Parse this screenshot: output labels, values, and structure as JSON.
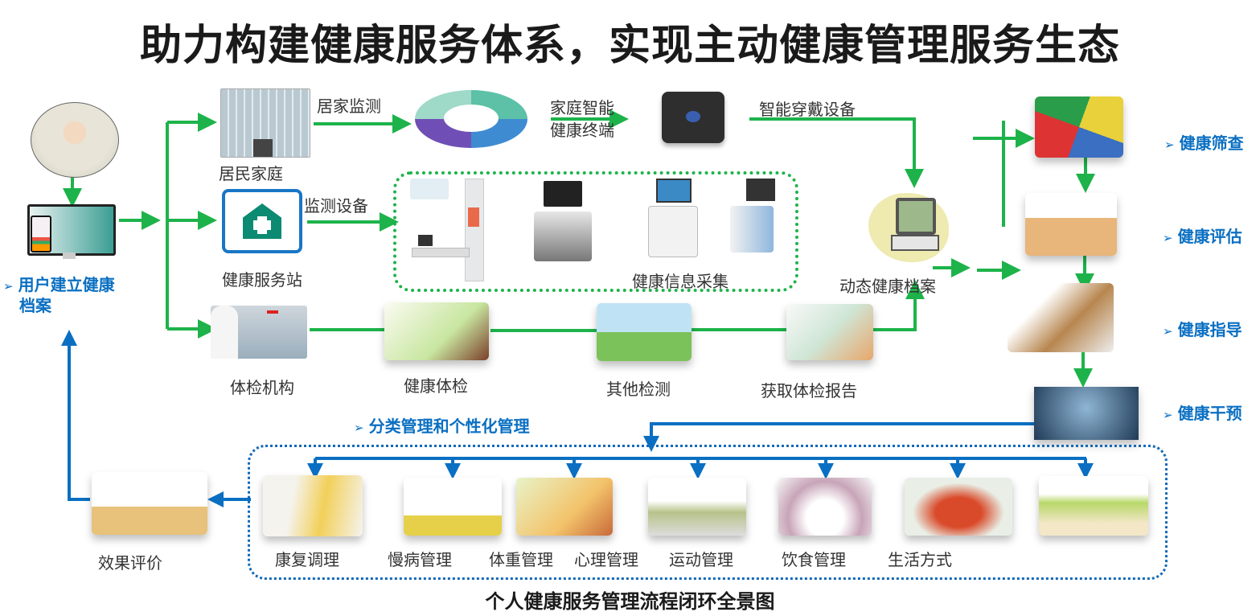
{
  "title": "助力构建健康服务体系，实现主动健康管理服务生态",
  "bottom_title": "个人健康服务管理流程闭环全景图",
  "colors": {
    "green_flow": "#1db34a",
    "blue_flow": "#0a6fc2",
    "title_text": "#1a1a1a",
    "label_text": "#333333"
  },
  "left": {
    "user_step_label": "用户建立健康",
    "user_step_label_2": "档案",
    "bullet": "➢"
  },
  "sources": {
    "home": {
      "label": "居民家庭",
      "edge_label": "居家监测"
    },
    "station": {
      "label": "健康服务站",
      "edge_label": "监测设备"
    },
    "exam_org": {
      "label": "体检机构"
    }
  },
  "home_chain": {
    "terminal_label_line1": "家庭智能",
    "terminal_label_line2": "健康终端",
    "wearable_label": "智能穿戴设备"
  },
  "collection_group_label": "健康信息采集",
  "exam_chain": [
    {
      "label": "健康体检"
    },
    {
      "label": "其他检测"
    },
    {
      "label": "获取体检报告"
    }
  ],
  "record_label": "动态健康档案",
  "right_steps": [
    {
      "label": "健康筛查"
    },
    {
      "label": "健康评估"
    },
    {
      "label": "健康指导"
    },
    {
      "label": "健康干预"
    }
  ],
  "management_heading": "分类管理和个性化管理",
  "management_items": [
    {
      "label": "康复调理"
    },
    {
      "label": "慢病管理"
    },
    {
      "label": "体重管理"
    },
    {
      "label": "心理管理"
    },
    {
      "label": "运动管理"
    },
    {
      "label": "饮食管理"
    },
    {
      "label": "生活方式"
    },
    {
      "label": ""
    }
  ],
  "evaluation_label": "效果评价"
}
